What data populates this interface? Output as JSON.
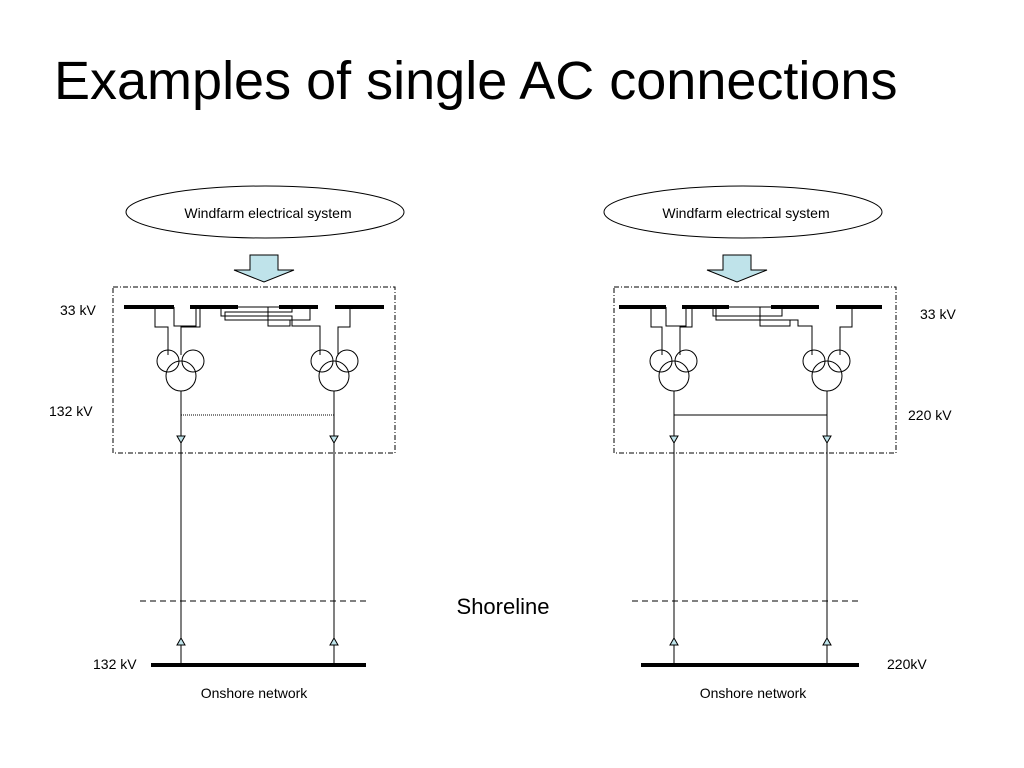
{
  "title": "Examples of single AC connections",
  "shoreline_label": "Shoreline",
  "left": {
    "windfarm_label": "Windfarm electrical system",
    "mv_voltage": "33 kV",
    "hv_voltage": "132 kV",
    "onshore_voltage": "132 kV",
    "onshore_label": "Onshore network"
  },
  "right": {
    "windfarm_label": "Windfarm electrical system",
    "mv_voltage": "33 kV",
    "hv_voltage": "220 kV",
    "onshore_voltage": "220kV",
    "onshore_label": "Onshore network"
  },
  "colors": {
    "arrow_fill": "#bfe3ea",
    "line": "#000000"
  }
}
